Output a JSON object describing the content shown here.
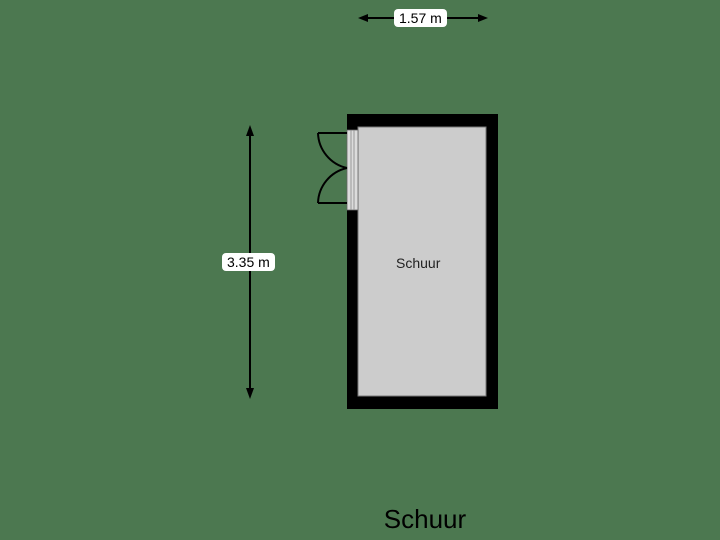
{
  "plan": {
    "title": "Schuur",
    "rooms": [
      {
        "name": "Schuur"
      }
    ],
    "dimensions": {
      "width": "1.57 m",
      "height": "3.35 m"
    }
  },
  "colors": {
    "background": "#4c7850",
    "wall": "#000000",
    "floor": "#cccccc"
  }
}
